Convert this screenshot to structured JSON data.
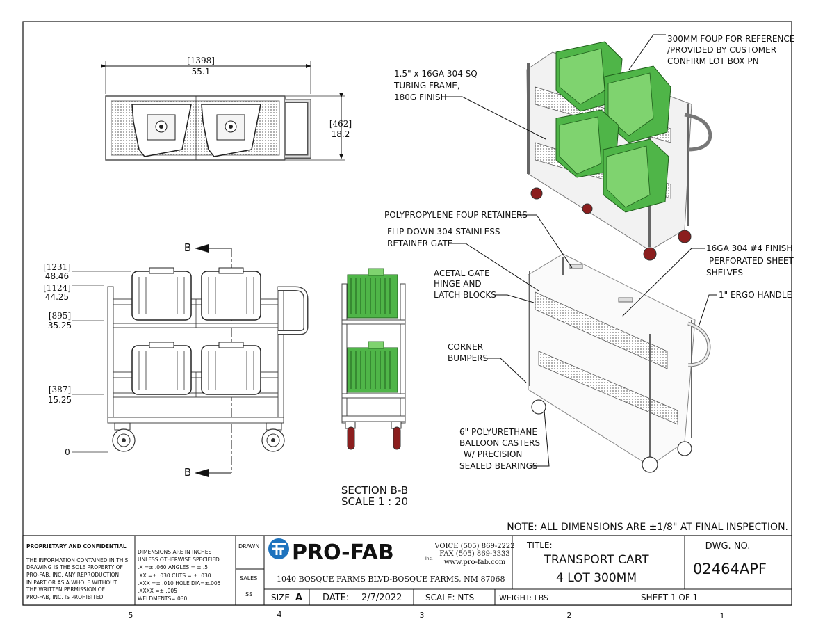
{
  "top_view": {
    "width_mm": "[1398]",
    "width_in": "55.1",
    "depth_mm": "[462]",
    "depth_in": "18.2"
  },
  "front_view": {
    "dims": [
      {
        "mm": "[1231]",
        "in": "48.46"
      },
      {
        "mm": "[1124]",
        "in": "44.25"
      },
      {
        "mm": "[895]",
        "in": "35.25"
      },
      {
        "mm": "[387]",
        "in": "15.25"
      },
      {
        "mm": "",
        "in": "0"
      }
    ],
    "section_mark_top": "B",
    "section_mark_bottom": "B"
  },
  "section": {
    "title": "SECTION B-B",
    "scale": "SCALE 1 : 20"
  },
  "callouts": {
    "foup_ref": [
      "300MM FOUP FOR REFERENCE",
      "/PROVIDED BY CUSTOMER",
      "CONFIRM LOT BOX PN"
    ],
    "tubing": [
      "1.5\" x 16GA 304 SQ",
      "TUBING FRAME,",
      "180G FINISH"
    ],
    "retainers": "POLYPROPYLENE FOUP RETAINERS",
    "gate": [
      "FLIP DOWN 304 STAINLESS",
      "RETAINER GATE"
    ],
    "shelves": [
      "16GA 304 #4 FINISH",
      "PERFORATED SHEET",
      "SHELVES"
    ],
    "hinge": [
      "ACETAL GATE",
      "HINGE AND",
      "LATCH BLOCKS"
    ],
    "handle": "1\" ERGO HANDLE",
    "bumpers": [
      "CORNER",
      "BUMPERS"
    ],
    "casters": [
      "6\" POLYURETHANE",
      "BALLOON CASTERS",
      "W/ PRECISION",
      "SEALED BEARINGS"
    ]
  },
  "note": "NOTE: ALL DIMENSIONS ARE ±1/8\" AT FINAL INSPECTION.",
  "title_block": {
    "proprietary_title": "PROPRIETARY AND CONFIDENTIAL",
    "proprietary_text": [
      "THE INFORMATION CONTAINED IN THIS",
      "DRAWING IS THE SOLE PROPERTY OF",
      "PRO-FAB, INC.  ANY REPRODUCTION",
      "IN PART OR AS A WHOLE WITHOUT",
      "THE WRITTEN PERMISSION OF",
      "PRO-FAB, INC. IS PROHIBITED."
    ],
    "tolerances": [
      "DIMENSIONS ARE IN INCHES",
      "UNLESS OTHERWISE SPECIFIED",
      ".X =± .060     ANGLES = ± .5",
      ".XX =± .030     CUTS = ± .030",
      ".XXX =± .010   HOLE DIA=±.005",
      ".XXXX =± .005",
      "WELDMENTS=.030"
    ],
    "drawn_label": "DRAWN",
    "sales_label": "SALES",
    "sales_value": "SS",
    "company": "PRO-FAB",
    "company_suffix": "Inc.",
    "voice": "VOICE (505) 869-2222",
    "fax": "FAX (505) 869-3333",
    "web": "www.pro-fab.com",
    "address": "1040 BOSQUE FARMS BLVD-BOSQUE FARMS, NM 87068",
    "title_label": "TITLE:",
    "title_line1": "TRANSPORT CART",
    "title_line2": "4 LOT 300MM",
    "dwg_label": "DWG. NO.",
    "dwg_no": "02464APF",
    "size_label": "SIZE",
    "size_value": "A",
    "date_label": "DATE:",
    "date_value": "2/7/2022",
    "scale_label": "SCALE: NTS",
    "weight_label": "WEIGHT:  LBS",
    "sheet": "SHEET 1 OF 1"
  },
  "zones": [
    "5",
    "4",
    "3",
    "2",
    "1"
  ],
  "colors": {
    "foup_green": "#4fb548",
    "caster_red": "#8b1e1e",
    "logo_blue": "#1e73be"
  }
}
